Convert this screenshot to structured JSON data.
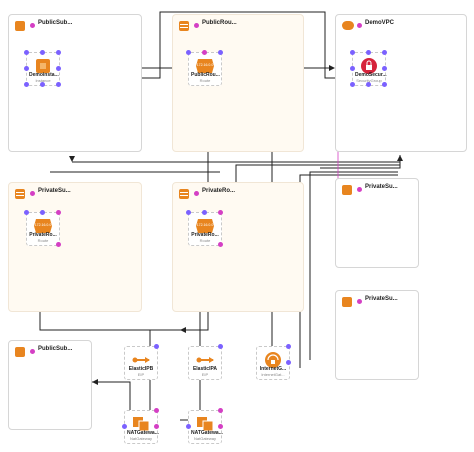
{
  "groups": {
    "public_subnet_1": {
      "title": "PublicSub..."
    },
    "public_route_1": {
      "title": "PublicRou..."
    },
    "demo_vpc": {
      "title": "DemoVPC"
    },
    "private_subnet_1": {
      "title": "PrivateSu..."
    },
    "private_route_1": {
      "title": "PrivateRo..."
    },
    "private_route_2": {
      "title": "PrivateRo..."
    },
    "private_subnet_2": {
      "title": "PrivateSu..."
    },
    "private_subnet_3": {
      "title": "PrivateSu..."
    },
    "public_subnet_2": {
      "title": "PublicSub..."
    }
  },
  "nodes": {
    "demo_instance": {
      "label": "Demoinsta...",
      "sub": "Instance"
    },
    "public_route": {
      "label": "PublicRou...",
      "sub": "Route",
      "badge": "172.16.0.0"
    },
    "demo_security": {
      "label": "DemoSecur...",
      "sub": "SecurityGroup"
    },
    "private_route_1": {
      "label": "PrivateRo...",
      "sub": "Route",
      "badge": "172.16.0.0"
    },
    "private_route_2": {
      "label": "PrivateRo...",
      "sub": "Route",
      "badge": "172.16.0.0"
    },
    "elastic_ip_1": {
      "label": "ElasticIPB",
      "sub": "EIP"
    },
    "elastic_ip_2": {
      "label": "ElasticIPA",
      "sub": "EIP"
    },
    "internet_gateway": {
      "label": "InternetG...",
      "sub": "InternetGat..."
    },
    "nat_gateway_1": {
      "label": "NATGatewa...",
      "sub": "NatGateway"
    },
    "nat_gateway_2": {
      "label": "NATGatewa...",
      "sub": "NatGateway"
    }
  },
  "colors": {
    "aws_orange": "#e8851f",
    "handle_purple": "#7b61ff",
    "handle_pink": "#d43fc4",
    "security_red": "#d6243c",
    "edge_dark": "#222222"
  }
}
